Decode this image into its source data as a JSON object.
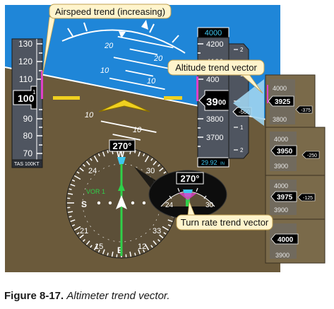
{
  "callouts": {
    "airspeed_trend": "Airspeed trend (increasing)",
    "altitude_trend": "Altitude trend vector",
    "turn_rate_trend": "Turn rate trend vector"
  },
  "airspeed_tape": {
    "ticks": [
      "130",
      "120",
      "110",
      "90",
      "80",
      "70"
    ],
    "current": "100",
    "current_digit": "1",
    "unit": "TAS 100KT"
  },
  "attitude": {
    "pitch_labels": [
      "10",
      "10",
      "10",
      "10"
    ],
    "roll_labels": [
      "20",
      "20"
    ]
  },
  "altimeter_tape": {
    "selected_altitude": "4000",
    "ticks": [
      "4200",
      "4100",
      "3800",
      "3700"
    ],
    "partial_tick": "400",
    "current_big": "39",
    "current_small": "00",
    "vsi_bug": "-500",
    "vsi_ticks": [
      "2",
      "1",
      "1",
      "2"
    ],
    "baro": "29.92",
    "baro_unit": "IN"
  },
  "hsi": {
    "heading": "270°",
    "nav_source": "VOR 1",
    "cardinal": [
      "S",
      "W",
      "N",
      "E"
    ],
    "numbers": [
      "24",
      "30",
      "33",
      "21",
      "15",
      "12"
    ]
  },
  "inset_heading": {
    "heading": "270°",
    "numbers": [
      "24",
      "30"
    ]
  },
  "alt_strips": [
    {
      "top": "4000",
      "current": "3925",
      "vsi": "-375",
      "bottom": "3800"
    },
    {
      "top": "4000",
      "current": "3950",
      "vsi": "-250",
      "bottom": "3900"
    },
    {
      "top": "4000",
      "current": "3975",
      "vsi": "-125",
      "bottom": "3900"
    },
    {
      "top": "",
      "current": "4000",
      "vsi": "",
      "bottom": "3900"
    }
  ],
  "caption": {
    "figure": "Figure 8-17.",
    "title": "Altimeter trend vector."
  },
  "colors": {
    "sky": "#1f86d8",
    "ground": "#6b5a3b",
    "tape": "#4f5560",
    "magenta": "#e040c8",
    "cyan": "#3ec6ee",
    "callout": "#fff4cc"
  }
}
